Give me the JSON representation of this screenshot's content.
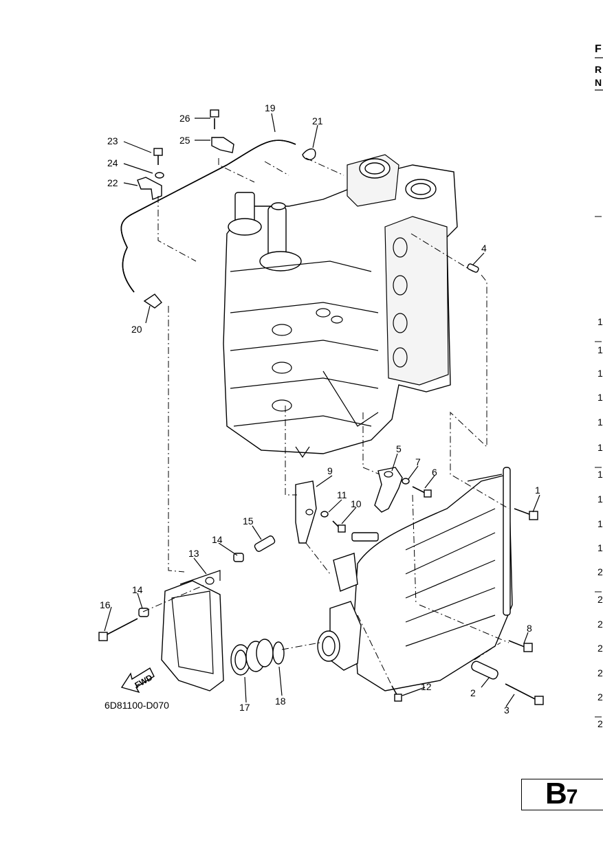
{
  "diagram": {
    "code": "6D81100-D070",
    "fwd_label": "FWD",
    "page_marker_letter": "B",
    "page_marker_number": "7"
  },
  "callouts": [
    "1",
    "2",
    "3",
    "4",
    "5",
    "6",
    "7",
    "8",
    "9",
    "10",
    "11",
    "12",
    "13",
    "14",
    "14",
    "15",
    "16",
    "17",
    "18",
    "19",
    "20",
    "21",
    "22",
    "23",
    "24",
    "25",
    "26"
  ],
  "right_edge": {
    "header": [
      "F",
      "R",
      "N"
    ],
    "rows": [
      "1",
      "1",
      "1",
      "1",
      "1",
      "1",
      "1",
      "1",
      "1",
      "1",
      "2",
      "2",
      "2",
      "2",
      "2",
      "2",
      "2"
    ]
  },
  "colors": {
    "line": "#000000",
    "background": "#ffffff"
  }
}
